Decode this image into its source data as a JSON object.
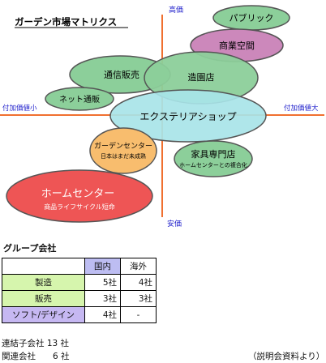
{
  "matrix": {
    "title": "ガーデン市場マトリクス",
    "axis_top": "高価",
    "axis_bottom": "安価",
    "axis_left": "付加価値小",
    "axis_right": "付加価値大",
    "segments": {
      "public": "パブリック",
      "commercial": "商業空間",
      "mail_order": "通信販売",
      "landscaping": "造園店",
      "online": "ネット通販",
      "exterior": "エクステリアショップ",
      "garden_center": "ガーデンセンター",
      "garden_center_sub": "日本はまだ未成熟",
      "furniture": "家具専門店",
      "furniture_sub": "ホームセンターとの複合化",
      "home_center": "ホームセンター",
      "home_center_sub": "商品ライフサイクル短命"
    },
    "colors": {
      "axis": "#f07030",
      "green": "#8ccf9a",
      "pink": "#cc88bb",
      "cyan": "#a8e4e8",
      "orange": "#f8bd6e",
      "red": "#ee5555"
    }
  },
  "group": {
    "title": "グループ会社",
    "headers": {
      "domestic": "国内",
      "overseas": "海外"
    },
    "rows": [
      {
        "label": "製造",
        "domestic": "5社",
        "overseas": "4社",
        "color": "#d6f5ad"
      },
      {
        "label": "販売",
        "domestic": "3社",
        "overseas": "3社",
        "color": "#d6f5ad"
      },
      {
        "label": "ソフト/デザイン",
        "domestic": "4社",
        "overseas": "-",
        "color": "#c6b8f2"
      }
    ]
  },
  "footer": {
    "consolidated": "連結子会社 13 社",
    "affiliates": "関連会社　　6 社",
    "source": "（説明会資料より）"
  }
}
